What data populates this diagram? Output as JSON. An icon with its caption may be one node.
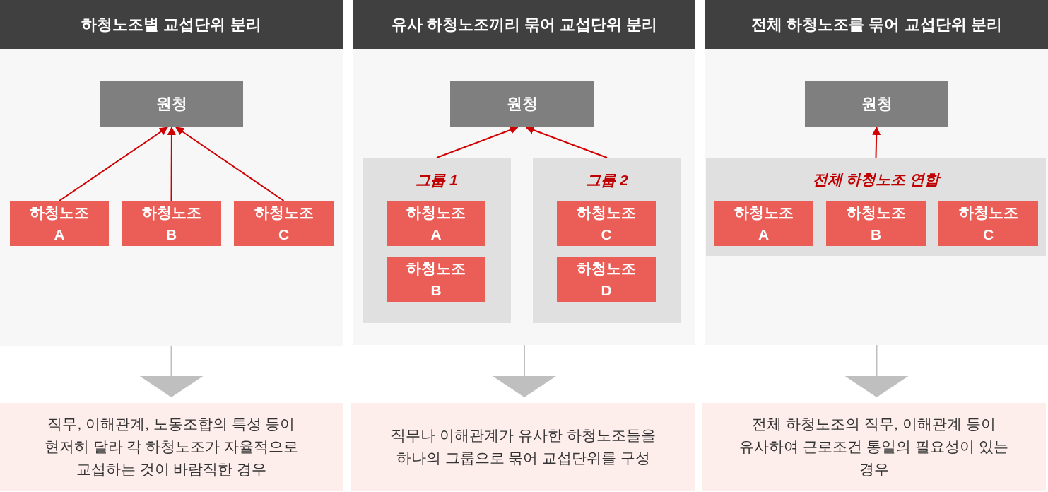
{
  "diagram": {
    "nodes": [
      {
        "text": [
          "하청노조별 교섭단위 분리"
        ]
      },
      {
        "text": [],
        "shape": "box"
      },
      {
        "text": [
          "원청"
        ],
        "in": 1
      },
      {
        "text": [
          "하청노조 A"
        ],
        "in": 1
      },
      {
        "text": [
          "하청노조 B"
        ],
        "in": 1
      },
      {
        "text": [
          "하청노조 C"
        ],
        "in": 1
      },
      {
        "text": [
          "직무, 이해관계, 노동조합의 특성 등이 현저히 달라 각 하청노조가 자율적으로 교섭하는 것이 바람직한 경우"
        ]
      },
      {
        "text": [
          "유사 하청노조끼리 묶어 교섭단위 분리"
        ]
      },
      {
        "text": [],
        "shape": "box"
      },
      {
        "text": [
          "원청"
        ],
        "in": 8
      },
      {
        "text": [
          "그룹 1"
        ],
        "in": 8
      },
      {
        "text": [
          "하청노조 A"
        ],
        "in": 10
      },
      {
        "text": [
          "하청노조 B"
        ],
        "in": 10
      },
      {
        "text": [
          "그룹 2"
        ],
        "in": 8
      },
      {
        "text": [
          "하청노조 C"
        ],
        "in": 13
      },
      {
        "text": [
          "하청노조 D"
        ],
        "in": 13
      },
      {
        "text": [
          "직무나 이해관계가 유사한 하청노조들을 하나의 그룹으로 묶어 교섭단위를 구성"
        ]
      },
      {
        "text": [
          "전체 하청노조를 묶어 교섭단위 분리"
        ]
      },
      {
        "text": [],
        "shape": "box"
      },
      {
        "text": [
          "원청"
        ],
        "in": 18
      },
      {
        "text": [
          "전체 하청노조 연합"
        ],
        "in": 18
      },
      {
        "text": [
          "하청노조 A"
        ],
        "in": 20
      },
      {
        "text": [
          "하청노조 B"
        ],
        "in": 20
      },
      {
        "text": [
          "하청노조 C"
        ],
        "in": 20
      },
      {
        "text": [
          "전체 하청노조의 직무, 이해관계 등이 유사하여 근로조건 통일의 필요성이 있는 경우"
        ]
      }
    ],
    "edges": [
      {
        "from": 3,
        "to": 2,
        "arrow": "to"
      },
      {
        "from": 4,
        "to": 2,
        "arrow": "to"
      },
      {
        "from": 5,
        "to": 2,
        "arrow": "to"
      },
      {
        "from": 1,
        "to": 6,
        "arrow": "to",
        "color": "#bfbfbf"
      },
      {
        "from": 10,
        "to": 9,
        "arrow": "to"
      },
      {
        "from": 13,
        "to": 9,
        "arrow": "to"
      },
      {
        "from": 8,
        "to": 16,
        "arrow": "to",
        "color": "#bfbfbf"
      },
      {
        "from": 20,
        "to": 19,
        "arrow": "to"
      },
      {
        "from": 18,
        "to": 24,
        "arrow": "to",
        "color": "#bfbfbf"
      }
    ]
  }
}
